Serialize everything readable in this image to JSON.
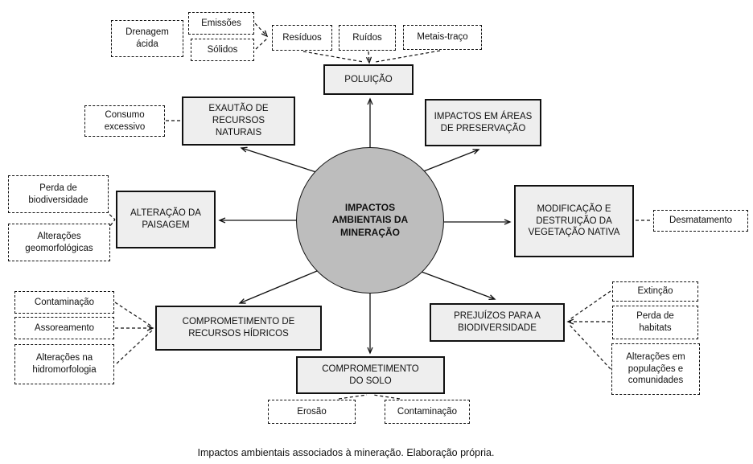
{
  "caption": "Impactos ambientais associados à mineração. Elaboração própria.",
  "center": {
    "label": "IMPACTOS AMBIENTAIS DA MINERAÇÃO"
  },
  "colors": {
    "circle_fill": "#bdbdbd",
    "box_fill": "#eeeeee",
    "line": "#111111",
    "background": "#ffffff"
  },
  "categories": {
    "poluicao": {
      "label": "POLUIÇÃO",
      "satellites": {
        "drenagem_acida": "Drenagem ácida",
        "emissoes": "Emissões",
        "solidos": "Sólidos",
        "residuos": "Resíduos",
        "ruidos": "Ruídos",
        "metais_traco": "Metais-traço"
      }
    },
    "exautao_recursos": {
      "label": "EXAUTÃO DE RECURSOS NATURAIS",
      "satellites": {
        "consumo_excessivo": "Consumo excessivo"
      }
    },
    "areas_preservacao": {
      "label": "IMPACTOS EM ÁREAS DE PRESERVAÇÃO",
      "satellites": {}
    },
    "alteracao_paisagem": {
      "label": "ALTERAÇÃO DA PAISAGEM",
      "satellites": {
        "perda_biodiversidade": "Perda de biodiversidade",
        "alteracoes_geomorfologicas": "Alterações geomorfológicas"
      }
    },
    "vegetacao_nativa": {
      "label": "MODIFICAÇÃO E DESTRUIÇÃO DA VEGETAÇÃO NATIVA",
      "satellites": {
        "desmatamento": "Desmatamento"
      }
    },
    "recursos_hidricos": {
      "label": "COMPROMETIMENTO DE RECURSOS HÍDRICOS",
      "satellites": {
        "contaminacao": "Contaminação",
        "assoreamento": "Assoreamento",
        "alteracoes_hidromorfologia": "Alterações na hidromorfologia"
      }
    },
    "solo": {
      "label": "COMPROMETIMENTO DO SOLO",
      "satellites": {
        "erosao": "Erosão",
        "contaminacao": "Contaminação"
      }
    },
    "biodiversidade": {
      "label": "PREJUÍZOS PARA A BIODIVERSIDADE",
      "satellites": {
        "extincao": "Extinção",
        "perda_habitats": "Perda de habitats",
        "alteracoes_populacoes": "Alterações em populações e comunidades"
      }
    }
  }
}
